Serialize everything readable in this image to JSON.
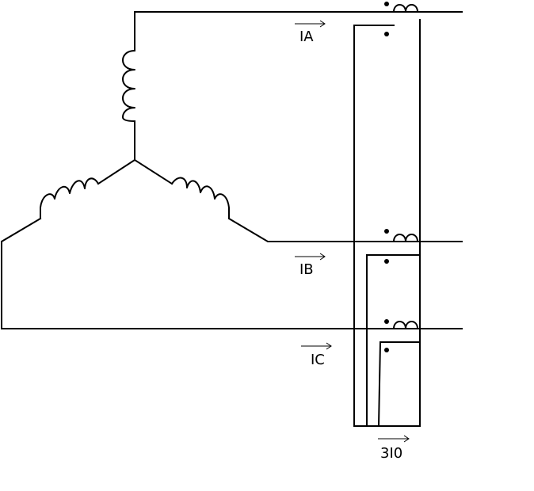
{
  "labels": {
    "ia": "IA",
    "ib": "IB",
    "ic": "IC",
    "residual": "3I0"
  }
}
